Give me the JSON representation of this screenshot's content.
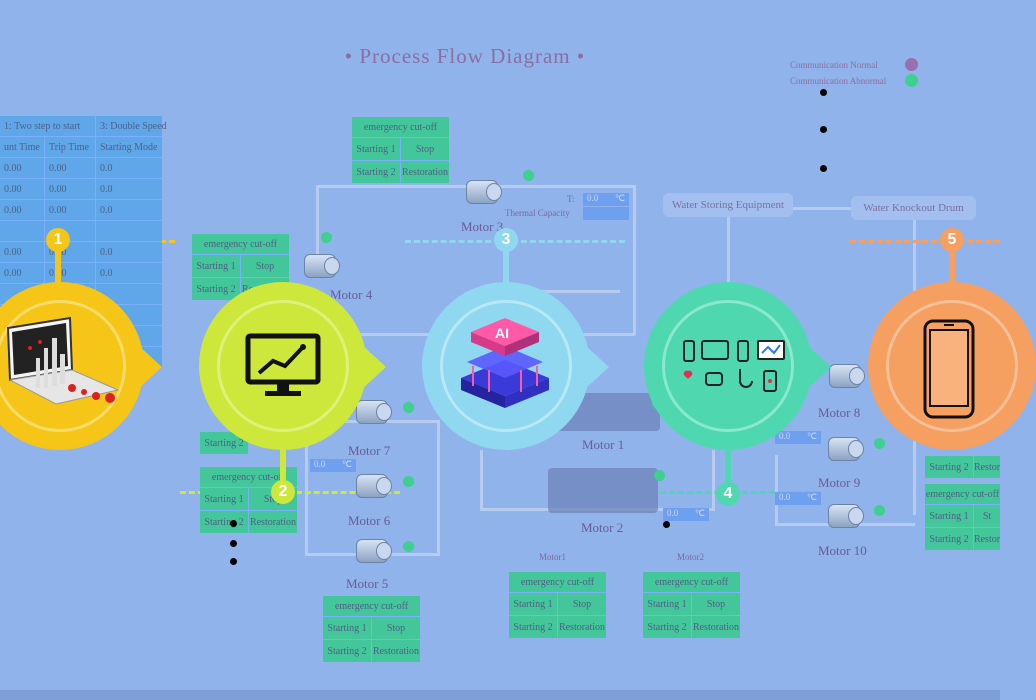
{
  "title": "• Process Flow Diagram •",
  "legend": {
    "normal": "Communication Normal",
    "abnormal": "Communication Abnormal",
    "normal_color": "#9a6fb0",
    "abnormal_color": "#3fcf8e"
  },
  "table": {
    "headers": [
      "1: Two step to start",
      "3: Double Speed"
    ],
    "subheaders": [
      "unt Time",
      "Trip Time",
      "Starting Mode"
    ],
    "rows": [
      [
        "0.00",
        "0.00",
        "0.0"
      ],
      [
        "0.00",
        "0.00",
        "0.0"
      ],
      [
        "0.00",
        "0.00",
        "0.0"
      ],
      [
        "",
        "",
        ""
      ],
      [
        "0.00",
        "0.00",
        "0.0"
      ],
      [
        "0.00",
        "0.00",
        "0.0"
      ]
    ]
  },
  "panels": {
    "top": {
      "cutoff": "emergency cut-off",
      "s1": "Starting 1",
      "stop": "Stop",
      "s2": "Starting 2",
      "restore": "Restoration"
    },
    "left_mid": {
      "cutoff": "emergency cut-off",
      "s1": "Starting 1",
      "stop": "Stop",
      "s2": "Starting 2",
      "restore": "Restoration"
    },
    "left_low": {
      "cutoff": "emergency cut-off",
      "s1": "Starting 1",
      "stop": "Stop",
      "s2": "Starting 2",
      "restore": "Restoration"
    },
    "motor5": {
      "cutoff": "emergency cut-off",
      "s1": "Starting 1",
      "stop": "Stop",
      "s2": "Starting 2",
      "restore": "Restoration"
    },
    "motor1": {
      "cutoff": "emergency cut-off",
      "s1": "Starting 1",
      "stop": "Stop",
      "s2": "Starting 2",
      "restore": "Restoration"
    },
    "motor2": {
      "cutoff": "emergency cut-off",
      "s1": "Starting 1",
      "stop": "Stop",
      "s2": "Starting 2",
      "restore": "Restoration"
    },
    "right": {
      "cutoff": "emergency cut-off",
      "s1": "Starting 1",
      "stop": "St",
      "s2": "Starting 2",
      "restore": "Restor"
    }
  },
  "motors": {
    "m3": "Motor 3",
    "m4": "Motor 4",
    "m7": "Motor 7",
    "m6": "Motor 6",
    "m5": "Motor 5",
    "m1": "Motor 1",
    "m2": "Motor 2",
    "m8": "Motor 8",
    "m9": "Motor 9",
    "m10": "Motor 10",
    "motor1_small": "Motor1",
    "motor2_small": "Motor2"
  },
  "equipment": {
    "water_storing": "Water Storing Equipment",
    "water_knockout": "Water Knockout Drum"
  },
  "thermal": {
    "label": "Thermal Capacity",
    "t_label": "T:",
    "value": "0.0",
    "unit": "℃"
  },
  "readouts": {
    "value": "0.0",
    "unit": "℃"
  },
  "steps": {
    "s1": {
      "num": "1",
      "color": "#f5c518",
      "icon": "laptop-chart-icon"
    },
    "s2": {
      "num": "2",
      "color": "#cde83a",
      "icon": "monitor-chart-icon"
    },
    "s3": {
      "num": "3",
      "color": "#8fd8ef",
      "icon": "ai-chip-icon"
    },
    "s4": {
      "num": "4",
      "color": "#4fd8b0",
      "icon": "devices-icon"
    },
    "s5": {
      "num": "5",
      "color": "#f5a060",
      "icon": "smartphone-icon"
    }
  }
}
